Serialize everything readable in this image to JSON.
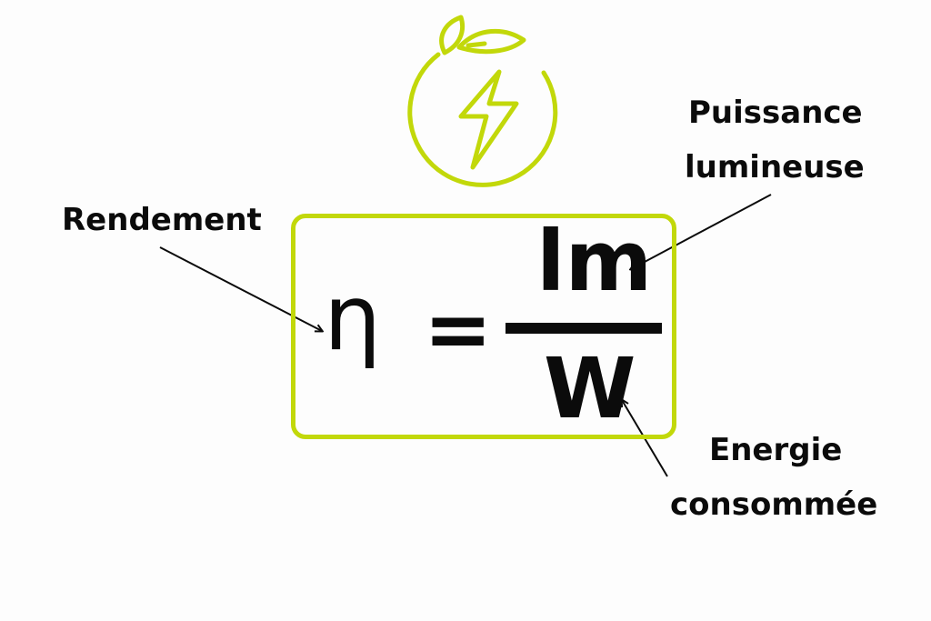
{
  "accent_color": "#c2d80a",
  "icon": "lightning-fruit-icon",
  "formula": {
    "symbol": "η",
    "equals": "=",
    "numerator": "lm",
    "denominator": "W"
  },
  "annotations": {
    "rendement": "Rendement",
    "puissance_line1": "Puissance",
    "puissance_line2": "lumineuse",
    "energie_line1": "Energie",
    "energie_line2": "consommée"
  }
}
